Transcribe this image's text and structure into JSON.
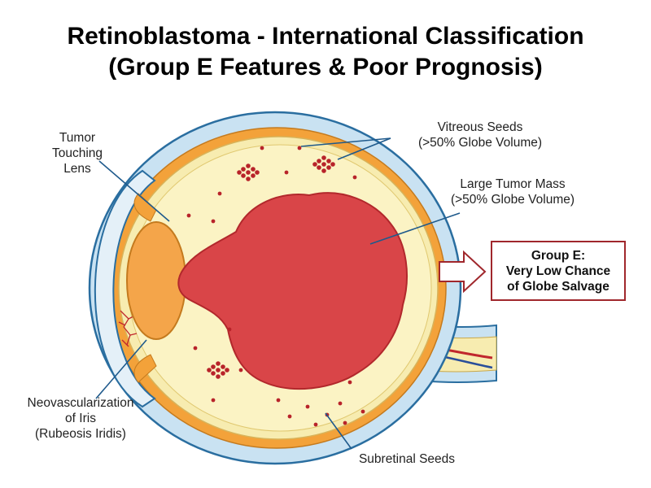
{
  "title": {
    "line1": "Retinoblastoma - International Classification",
    "line2": "(Group E Features & Poor Prognosis)"
  },
  "labels": {
    "tumor_touching_lens": [
      "Tumor",
      "Touching",
      "Lens"
    ],
    "vitreous_seeds": [
      "Vitreous Seeds",
      "(>50% Globe Volume)"
    ],
    "large_tumor_mass": [
      "Large Tumor Mass",
      "(>50% Globe Volume)"
    ],
    "neovascularization": [
      "Neovascularization",
      "of Iris",
      "(Rubeosis Iridis)"
    ],
    "subretinal_seeds": [
      "Subretinal Seeds"
    ]
  },
  "group_box": {
    "line1": "Group E:",
    "line2": "Very Low Chance",
    "line3": "of Globe Salvage"
  },
  "colors": {
    "sclera": "#c9e2f2",
    "outline": "#2a6ea0",
    "choroid": "#f3a23a",
    "vitreous": "#fbf3c4",
    "lens": "#f4a54a",
    "tumor": "#d94548",
    "seed": "#b8232a",
    "arrow": "#a0272c",
    "vessel": "#c0272d",
    "leader": "#1f5a8c"
  }
}
